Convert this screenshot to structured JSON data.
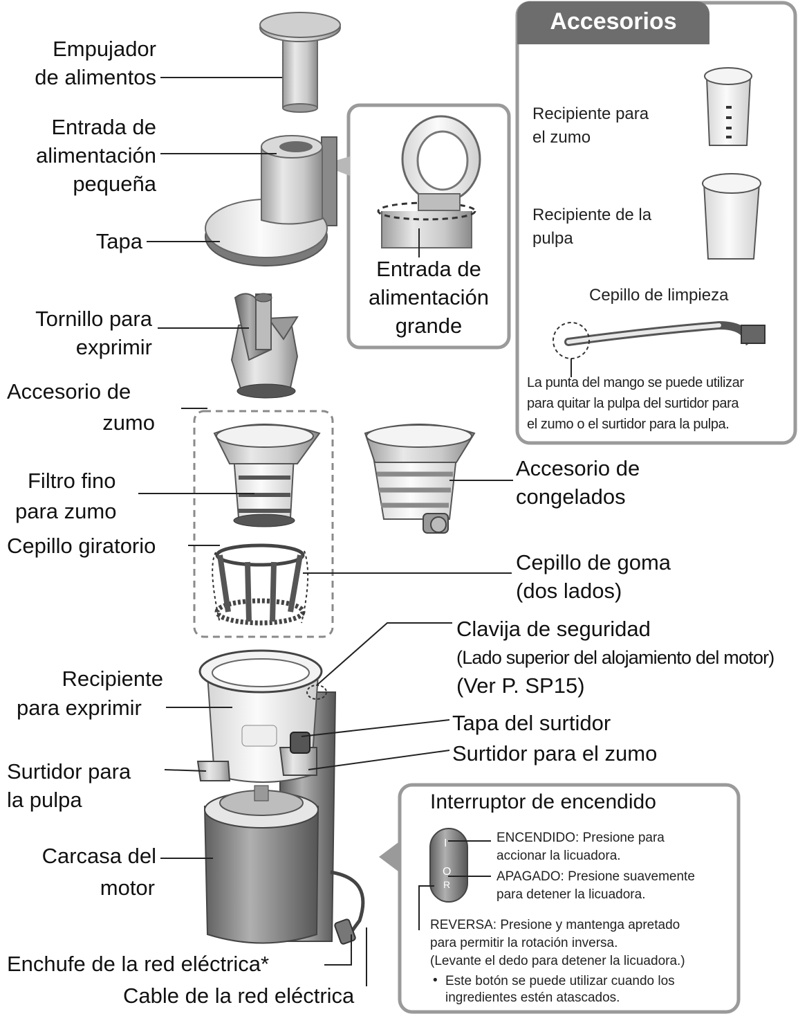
{
  "labels": {
    "empujador_1": "Empujador",
    "empujador_2": "de alimentos",
    "entrada_peq_1": "Entrada de",
    "entrada_peq_2": "alimentación",
    "entrada_peq_3": "pequeña",
    "tapa": "Tapa",
    "entrada_grande_1": "Entrada de",
    "entrada_grande_2": "alimentación",
    "entrada_grande_3": "grande",
    "tornillo_1": "Tornillo para",
    "tornillo_2": "exprimir",
    "acc_zumo_1": "Accesorio de",
    "acc_zumo_2": "zumo",
    "filtro_1": "Filtro fino",
    "filtro_2": "para zumo",
    "cepillo_giratorio": "Cepillo giratorio",
    "acc_congelados_1": "Accesorio de",
    "acc_congelados_2": "congelados",
    "cepillo_goma_1": "Cepillo de goma",
    "cepillo_goma_2": "(dos lados)",
    "clavija_1": "Clavija de seguridad",
    "clavija_2": "(Lado superior del alojamiento del motor)",
    "clavija_3": "(Ver P. SP15)",
    "recipiente_exprimir_1": "Recipiente",
    "recipiente_exprimir_2": "para exprimir",
    "tapa_surtidor": "Tapa del surtidor",
    "surtidor_zumo": "Surtidor para el zumo",
    "surtidor_pulpa_1": "Surtidor para",
    "surtidor_pulpa_2": "la pulpa",
    "carcasa_1": "Carcasa del",
    "carcasa_2": "motor",
    "enchufe": "Enchufe de la red eléctrica*",
    "cable": "Cable de la red eléctrica"
  },
  "accessories": {
    "title": "Accesorios",
    "zumo_1": "Recipiente para",
    "zumo_2": "el zumo",
    "pulpa_1": "Recipiente de la",
    "pulpa_2": "pulpa",
    "cepillo": "Cepillo de limpieza",
    "note_1": "La punta del mango se puede utilizar",
    "note_2": "para quitar la pulpa del surtidor para",
    "note_3": "el zumo o el surtidor para la pulpa."
  },
  "switch": {
    "title": "Interruptor de encendido",
    "on_glyph": "I",
    "off_glyph": "O",
    "reverse_glyph": "R",
    "on_1": "ENCENDIDO: Presione para",
    "on_2": "accionar la licuadora.",
    "off_1": "APAGADO: Presione suavemente",
    "off_2": "para detener la licuadora.",
    "rev_1": "REVERSA: Presione y mantenga apretado",
    "rev_2": "para permitir la rotación inversa.",
    "rev_3": "(Levante el dedo para detener la licuadora.)",
    "bullet": "•",
    "note_1": "Este botón se puede utilizar cuando los",
    "note_2": "ingredientes estén atascados."
  },
  "colors": {
    "line": "#222222",
    "panel_border": "#9a9a9a",
    "tab": "#6d6d6d"
  }
}
